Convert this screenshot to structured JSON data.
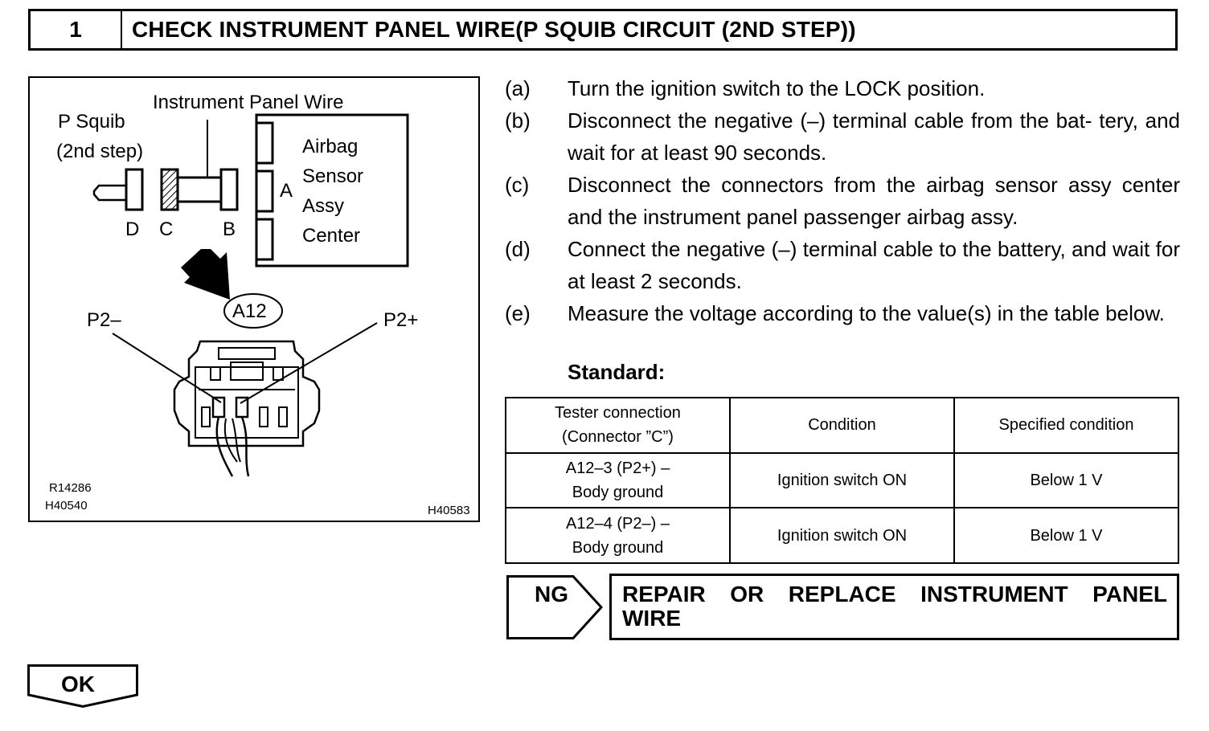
{
  "header": {
    "step_number": "1",
    "title": "CHECK INSTRUMENT PANEL WIRE(P SQUIB CIRCUIT (2ND STEP))"
  },
  "figure": {
    "labels": {
      "instrument_panel_wire": "Instrument Panel Wire",
      "p_squib_line1": "P Squib",
      "p_squib_line2": "(2nd step)",
      "airbag": "Airbag",
      "sensor": "Sensor",
      "assy": "Assy",
      "center": "Center",
      "connector_a": "A",
      "connector_b": "B",
      "connector_c": "C",
      "connector_d": "D",
      "a12": "A12",
      "p2_minus": "P2–",
      "p2_plus": "P2+"
    },
    "codes": {
      "code1": "R14286",
      "code2": "H40540",
      "code3": "H40583"
    }
  },
  "steps": [
    {
      "label": "(a)",
      "text": "Turn the ignition switch to the LOCK position."
    },
    {
      "label": "(b)",
      "text": "Disconnect the negative (–) terminal cable from the bat- tery, and wait for at least 90 seconds."
    },
    {
      "label": "(c)",
      "text": "Disconnect the connectors from the airbag sensor assy center and the instrument panel passenger airbag assy."
    },
    {
      "label": "(d)",
      "text": "Connect the negative (–) terminal cable to the battery, and wait for at least 2 seconds."
    },
    {
      "label": "(e)",
      "text": "Measure the voltage according to the value(s) in the table below."
    }
  ],
  "standard_label": "Standard:",
  "table": {
    "headers": [
      "Tester connection\n(Connector ”C”)",
      "Condition",
      "Specified condition"
    ],
    "rows": [
      [
        "A12–3 (P2+) –\nBody ground",
        "Ignition switch ON",
        "Below 1 V"
      ],
      [
        "A12–4 (P2–) –\nBody ground",
        "Ignition switch ON",
        "Below 1 V"
      ]
    ]
  },
  "ng": {
    "label": "NG",
    "action": "REPAIR OR REPLACE INSTRUMENT PANEL WIRE"
  },
  "ok": {
    "label": "OK"
  }
}
